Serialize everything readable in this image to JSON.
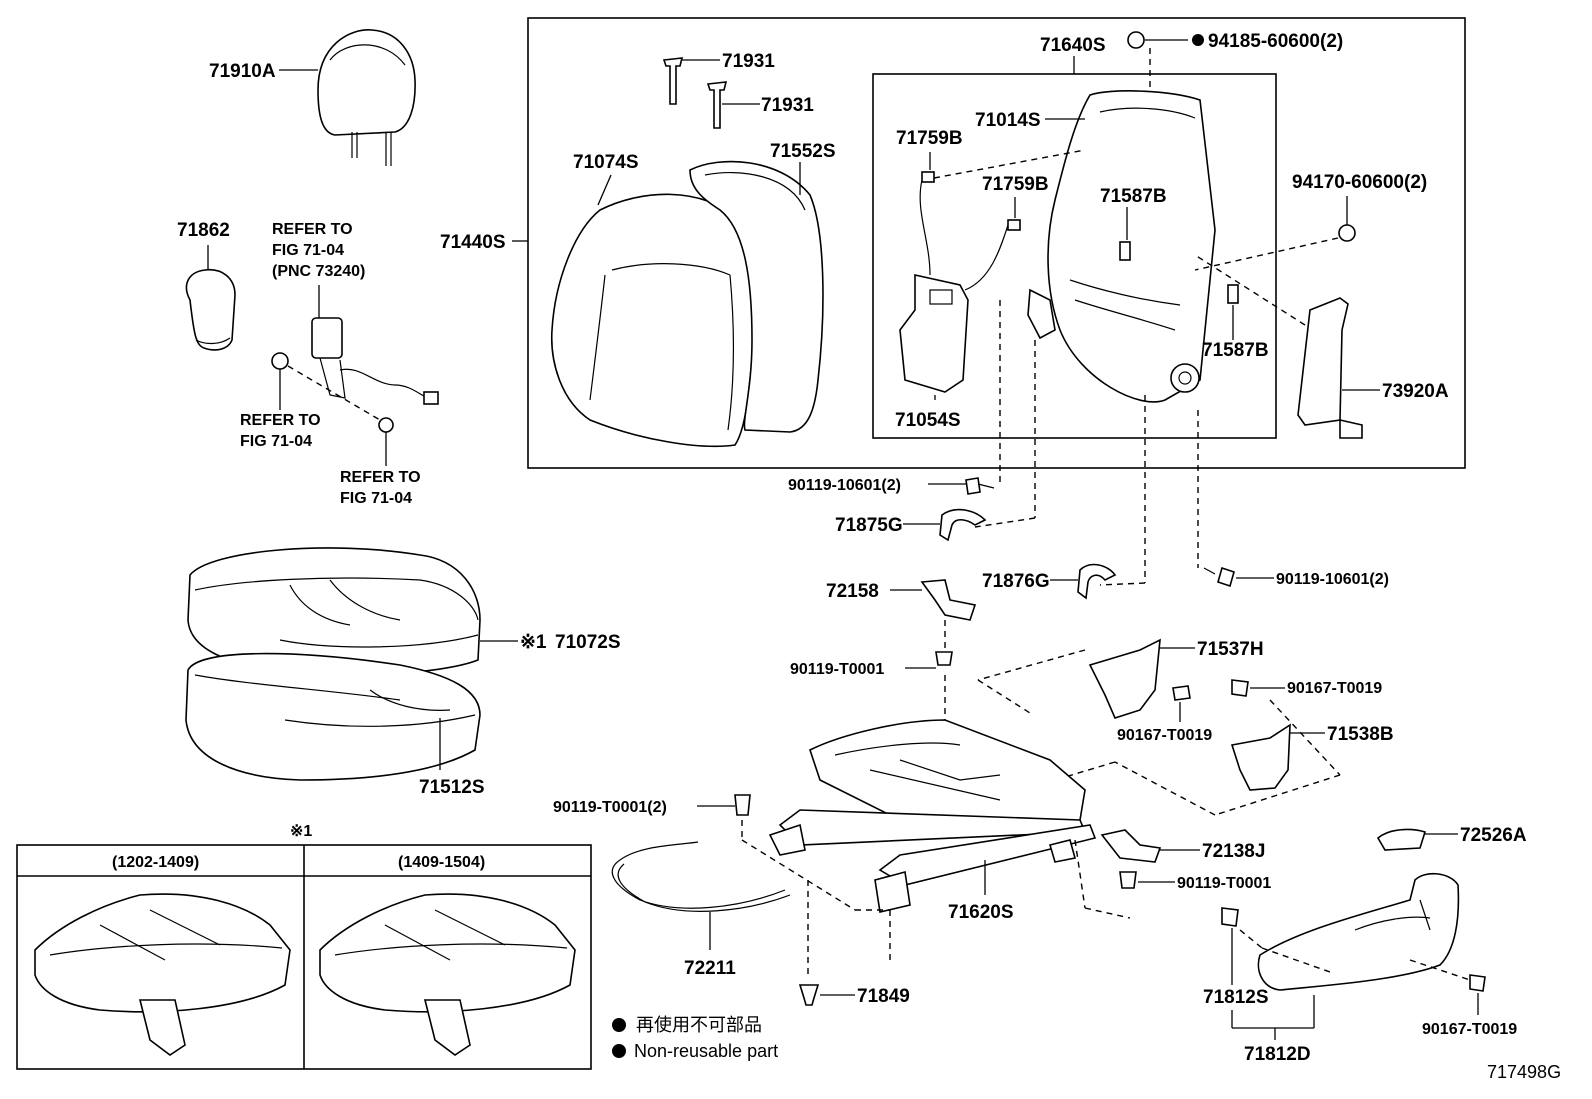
{
  "diagram_id": "717498G",
  "labels": {
    "headrest": "71910A",
    "headrest_support": "71862",
    "seatbelt_refer_1": "REFER TO",
    "seatbelt_refer_2": "FIG 71-04",
    "seatbelt_refer_3": "(PNC 73240)",
    "refer_a_1": "REFER TO",
    "refer_a_2": "FIG 71-04",
    "refer_b_1": "REFER TO",
    "refer_b_2": "FIG 71-04",
    "back_assy": "71440S",
    "guide_1": "71931",
    "guide_2": "71931",
    "back_cover": "71074S",
    "back_pad": "71552S",
    "back_frame": "71640S",
    "nut_np": "94185-60600(2)",
    "frame_sub": "71014S",
    "clip_1": "71759B",
    "clip_2": "71759B",
    "wire_a": "71587B",
    "wire_b": "71587B",
    "lumbar": "71054S",
    "nut": "94170-60600(2)",
    "back_board": "73920A",
    "bolt_1": "90119-10601(2)",
    "bolt_2": "90119-10601(2)",
    "cover_g": "71875G",
    "cover_g2": "71876G",
    "bracket": "72158",
    "bolt_3": "90119-T0001",
    "cover_h": "71537H",
    "screw_1": "90167-T0019",
    "screw_2": "90167-T0019",
    "cover_b": "71538B",
    "cushion_cover": "71072S",
    "cushion_mark": "※1",
    "cushion_pad": "71512S",
    "bolt_4": "90119-T0001(2)",
    "adjuster": "71620S",
    "knob_bracket": "72138J",
    "bolt_5": "90119-T0001",
    "knob": "72526A",
    "wire_seat": "72211",
    "cap": "71849",
    "shield_s": "71812S",
    "shield_d": "71812D",
    "screw_3": "90167-T0019"
  },
  "inset": {
    "mark": "※1",
    "col1": "(1202-1409)",
    "col2": "(1409-1504)"
  },
  "legend": {
    "jp": "再使用不可部品",
    "en": "Non-reusable part"
  }
}
